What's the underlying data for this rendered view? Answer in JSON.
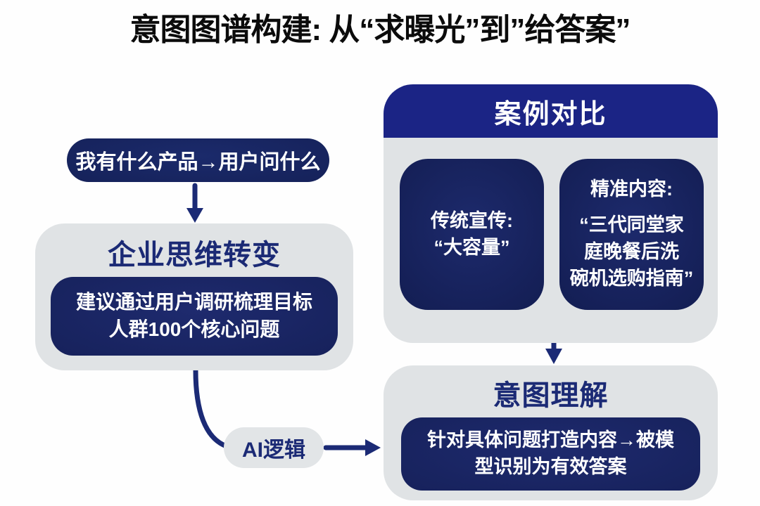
{
  "title": "意图图谱构建: 从“求曝光”到”给答案”",
  "colors": {
    "background": "#FEFEFE",
    "panel_gray": "#E0E3E5",
    "pill_gray": "#E2E5E7",
    "navy_header": "#1B2485",
    "navy_box": "#17215A",
    "text_navy": "#1B2A75",
    "text_white": "#FFFFFF",
    "title_black": "#0B0B0B",
    "arrow_navy": "#1B2A75"
  },
  "left_flow": {
    "product_pill": {
      "label": "我有什么产品→用户问什么"
    },
    "mindset_panel": {
      "title": "企业思维转变",
      "suggestion_pill": {
        "line1": "建议通过用户调研梳理目标",
        "line2": "人群100个核心问题"
      }
    },
    "ai_logic_pill": {
      "label": "AI逻辑"
    }
  },
  "case_panel": {
    "header": "案例对比",
    "traditional_box": {
      "line1": "传统宣传:",
      "line2": "“大容量”"
    },
    "precise_box": {
      "title": "精准内容:",
      "line1": "“三代同堂家",
      "line2": "庭晚餐后洗",
      "line3": "碗机选购指南”"
    }
  },
  "intent_panel": {
    "title": "意图理解",
    "answer_pill": {
      "line1": "针对具体问题打造内容→被模",
      "line2": "型识别为有效答案"
    }
  }
}
